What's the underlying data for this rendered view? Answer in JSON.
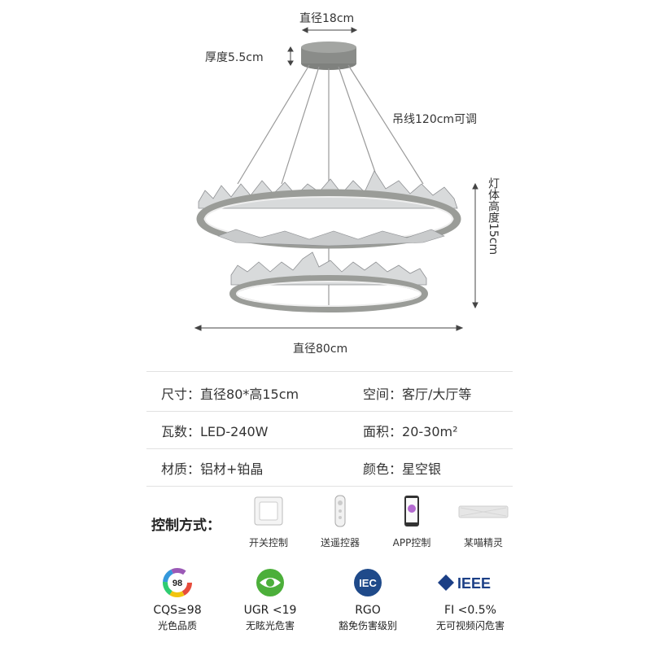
{
  "dimensions": {
    "canopy_diameter": "直径18cm",
    "canopy_thickness": "厚度5.5cm",
    "cable": "吊线120cm可调",
    "body_height": "灯体高度15cm",
    "overall_diameter": "直径80cm"
  },
  "specs": [
    {
      "left_key": "尺寸：",
      "left_val": "直径80*高15cm",
      "right_key": "空间：",
      "right_val": "客厅/大厅等"
    },
    {
      "left_key": "瓦数：",
      "left_val": "LED-240W",
      "right_key": "面积：",
      "right_val": "20-30m²"
    },
    {
      "left_key": "材质：",
      "left_val": "铝材+铂晶",
      "right_key": "颜色：",
      "right_val": "星空银"
    }
  ],
  "control": {
    "title": "控制方式：",
    "items": [
      {
        "label": "开关控制",
        "icon": "wall-switch-icon"
      },
      {
        "label": "送遥控器",
        "icon": "remote-control-icon"
      },
      {
        "label": "APP控制",
        "icon": "phone-app-icon"
      },
      {
        "label": "某喵精灵",
        "icon": "smart-speaker-icon"
      }
    ]
  },
  "certs": [
    {
      "badge": "98",
      "line1": "CQS≥98",
      "line2": "光色品质",
      "icon": "color-ring-icon"
    },
    {
      "line1": "UGR <19",
      "line2": "无眩光危害",
      "icon": "eye-icon"
    },
    {
      "badge": "IEC",
      "line1": "RGO",
      "line2": "豁免伤害级别",
      "icon": "iec-logo-icon"
    },
    {
      "badge": "IEEE",
      "line1": "FI <0.5%",
      "line2": "无可视频闪危害",
      "icon": "ieee-logo-icon"
    }
  ],
  "colors": {
    "frame": "#9a9c98",
    "accent_green": "#4caf3a",
    "iec_blue": "#1f4a8a",
    "ieee_blue": "#1b3f86"
  }
}
